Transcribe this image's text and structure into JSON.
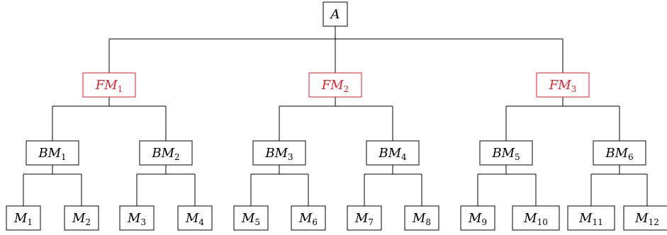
{
  "colors": {
    "highlight": "#e8202a",
    "line": "#000000"
  },
  "tree": {
    "root": {
      "id": "A",
      "label": "A",
      "sub": ""
    },
    "nodes": [
      {
        "id": "FM1",
        "label": "FM",
        "sub": "1",
        "parent": "A",
        "level": 1,
        "highlight": true
      },
      {
        "id": "FM2",
        "label": "FM",
        "sub": "2",
        "parent": "A",
        "level": 1,
        "highlight": true
      },
      {
        "id": "FM3",
        "label": "FM",
        "sub": "3",
        "parent": "A",
        "level": 1,
        "highlight": true
      },
      {
        "id": "BM1",
        "label": "BM",
        "sub": "1",
        "parent": "FM1",
        "level": 2
      },
      {
        "id": "BM2",
        "label": "BM",
        "sub": "2",
        "parent": "FM1",
        "level": 2
      },
      {
        "id": "BM3",
        "label": "BM",
        "sub": "3",
        "parent": "FM2",
        "level": 2
      },
      {
        "id": "BM4",
        "label": "BM",
        "sub": "4",
        "parent": "FM2",
        "level": 2
      },
      {
        "id": "BM5",
        "label": "BM",
        "sub": "5",
        "parent": "FM3",
        "level": 2
      },
      {
        "id": "BM6",
        "label": "BM",
        "sub": "6",
        "parent": "FM3",
        "level": 2
      },
      {
        "id": "M1",
        "label": "M",
        "sub": "1",
        "parent": "BM1",
        "level": 3
      },
      {
        "id": "M2",
        "label": "M",
        "sub": "2",
        "parent": "BM1",
        "level": 3
      },
      {
        "id": "M3",
        "label": "M",
        "sub": "3",
        "parent": "BM2",
        "level": 3
      },
      {
        "id": "M4",
        "label": "M",
        "sub": "4",
        "parent": "BM2",
        "level": 3
      },
      {
        "id": "M5",
        "label": "M",
        "sub": "5",
        "parent": "BM3",
        "level": 3
      },
      {
        "id": "M6",
        "label": "M",
        "sub": "6",
        "parent": "BM3",
        "level": 3
      },
      {
        "id": "M7",
        "label": "M",
        "sub": "7",
        "parent": "BM4",
        "level": 3
      },
      {
        "id": "M8",
        "label": "M",
        "sub": "8",
        "parent": "BM4",
        "level": 3
      },
      {
        "id": "M9",
        "label": "M",
        "sub": "9",
        "parent": "BM5",
        "level": 3
      },
      {
        "id": "M10",
        "label": "M",
        "sub": "10",
        "parent": "BM5",
        "level": 3
      },
      {
        "id": "M11",
        "label": "M",
        "sub": "11",
        "parent": "BM6",
        "level": 3
      },
      {
        "id": "M12",
        "label": "M",
        "sub": "12",
        "parent": "BM6",
        "level": 3
      }
    ]
  }
}
